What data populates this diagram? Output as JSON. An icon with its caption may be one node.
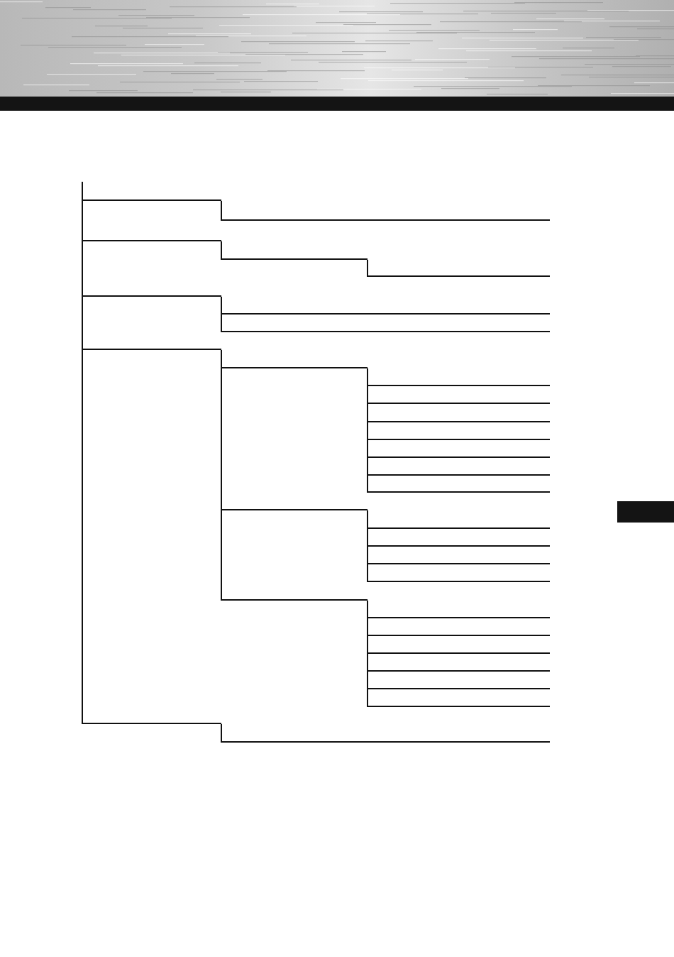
{
  "diagram": {
    "nodes": [
      {
        "text": [],
        "shape": "bar"
      },
      {
        "text": [],
        "shape": "bar"
      },
      {
        "text": [],
        "shape": "bar"
      },
      {
        "text": [],
        "shape": "bar"
      },
      {
        "text": [],
        "shape": "bar"
      },
      {
        "text": [],
        "shape": "bar"
      },
      {
        "text": [],
        "shape": "bar"
      },
      {
        "text": [],
        "shape": "bar"
      },
      {
        "text": [],
        "shape": "bar"
      },
      {
        "text": [],
        "shape": "bar"
      },
      {
        "text": [],
        "shape": "bar"
      },
      {
        "text": [],
        "shape": "bar"
      },
      {
        "text": [],
        "shape": "bar"
      },
      {
        "text": [],
        "shape": "bar"
      },
      {
        "text": [],
        "shape": "bar"
      },
      {
        "text": [],
        "shape": "bar"
      },
      {
        "text": [],
        "shape": "bar"
      },
      {
        "text": [],
        "shape": "bar"
      },
      {
        "text": [],
        "shape": "bar"
      },
      {
        "text": [],
        "shape": "bar"
      },
      {
        "text": [],
        "shape": "bar"
      },
      {
        "text": [],
        "shape": "bar"
      },
      {
        "text": [],
        "shape": "bar"
      },
      {
        "text": [],
        "shape": "bar"
      },
      {
        "text": [],
        "shape": "bar"
      },
      {
        "text": [],
        "shape": "bar"
      },
      {
        "text": [],
        "shape": "bar"
      },
      {
        "text": [],
        "shape": "bar"
      },
      {
        "text": [],
        "shape": "bar"
      },
      {
        "text": [],
        "shape": "bar"
      },
      {
        "text": [],
        "shape": "bar"
      },
      {
        "text": [],
        "shape": "box"
      }
    ],
    "edges": [
      {
        "from": null,
        "to": 0,
        "arrow": "none"
      },
      {
        "from": 0,
        "to": 2,
        "arrow": "none"
      },
      {
        "from": 2,
        "to": 5,
        "arrow": "none"
      },
      {
        "from": 5,
        "to": 8,
        "arrow": "none"
      },
      {
        "from": 8,
        "to": 29,
        "arrow": "none"
      },
      {
        "from": 0,
        "to": 1,
        "arrow": "none"
      },
      {
        "from": 2,
        "to": 3,
        "arrow": "none"
      },
      {
        "from": 3,
        "to": 4,
        "arrow": "none"
      },
      {
        "from": 5,
        "to": 6,
        "arrow": "none"
      },
      {
        "from": 5,
        "to": 7,
        "arrow": "none"
      },
      {
        "from": 8,
        "to": 9,
        "arrow": "none"
      },
      {
        "from": 8,
        "to": 17,
        "arrow": "none"
      },
      {
        "from": 8,
        "to": 22,
        "arrow": "none"
      },
      {
        "from": 9,
        "to": 10,
        "arrow": "none"
      },
      {
        "from": 9,
        "to": 11,
        "arrow": "none"
      },
      {
        "from": 9,
        "to": 12,
        "arrow": "none"
      },
      {
        "from": 9,
        "to": 13,
        "arrow": "none"
      },
      {
        "from": 9,
        "to": 14,
        "arrow": "none"
      },
      {
        "from": 9,
        "to": 15,
        "arrow": "none"
      },
      {
        "from": 9,
        "to": 16,
        "arrow": "none"
      },
      {
        "from": 17,
        "to": 18,
        "arrow": "none"
      },
      {
        "from": 17,
        "to": 19,
        "arrow": "none"
      },
      {
        "from": 17,
        "to": 20,
        "arrow": "none"
      },
      {
        "from": 17,
        "to": 21,
        "arrow": "none"
      },
      {
        "from": 22,
        "to": 23,
        "arrow": "none"
      },
      {
        "from": 22,
        "to": 24,
        "arrow": "none"
      },
      {
        "from": 22,
        "to": 25,
        "arrow": "none"
      },
      {
        "from": 22,
        "to": 26,
        "arrow": "none"
      },
      {
        "from": 22,
        "to": 27,
        "arrow": "none"
      },
      {
        "from": 22,
        "to": 28,
        "arrow": "none"
      },
      {
        "from": 29,
        "to": 30,
        "arrow": "none"
      }
    ]
  }
}
